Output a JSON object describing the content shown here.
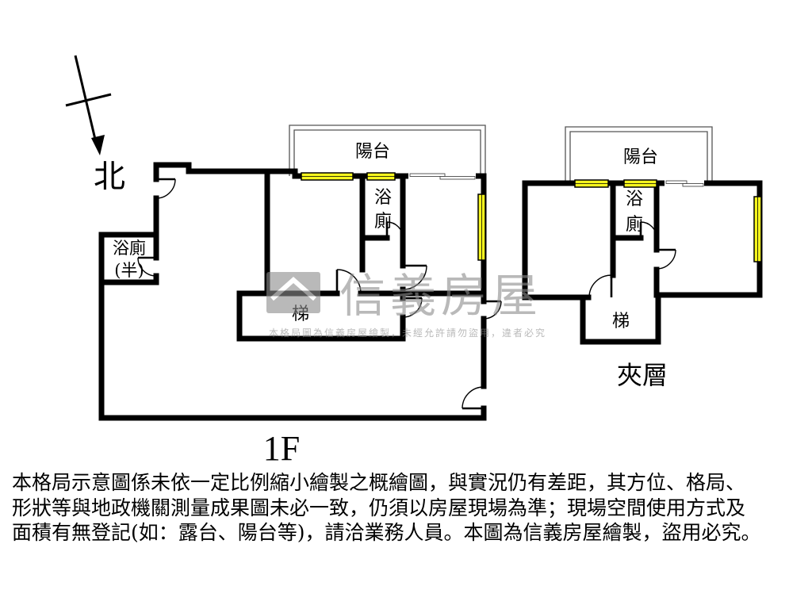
{
  "north_arrow": {
    "label": "北"
  },
  "floor_1f": {
    "label": "1F",
    "balcony": "陽台",
    "bathroom": [
      "浴",
      "廁"
    ],
    "half_bath": [
      "浴廁",
      "(半)"
    ],
    "stairs": "梯"
  },
  "mezzanine": {
    "label": "夾層",
    "balcony": "陽台",
    "bathroom": [
      "浴",
      "廁"
    ],
    "stairs": "梯"
  },
  "watermark": {
    "brand": "信義房屋",
    "notice": "本格局圖為信義房屋繪製，未經允許請勿盜用，違者必究"
  },
  "disclaimer": [
    "本格局示意圖係未依一定比例縮小繪製之概繪圖，與實況仍有差距，其方位、格局、",
    "形狀等與地政機關測量成果圖未必一致，仍須以房屋現場為準；現場空間使用方式及",
    "面積有無登記(如：露台、陽台等)，請洽業務人員。本圖為信義房屋繪製，盜用必究。"
  ],
  "colors": {
    "wall": "#000000",
    "window": "#f5f51e",
    "watermark": "#8c8c8c",
    "background": "#ffffff"
  }
}
